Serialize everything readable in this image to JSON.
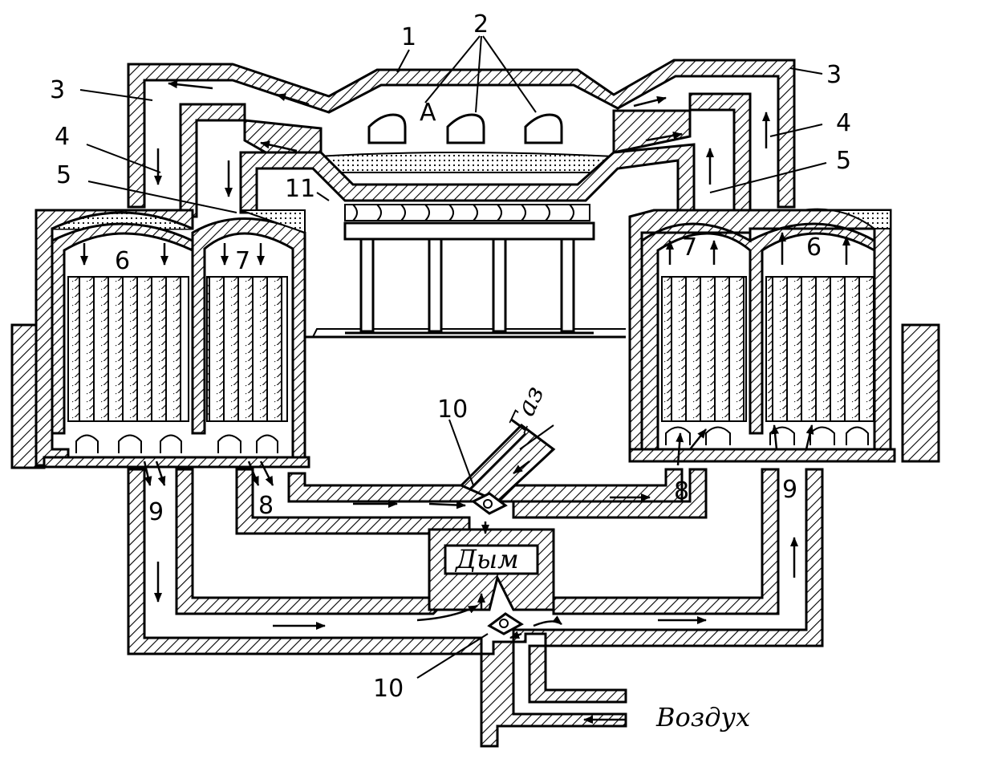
{
  "labels": {
    "n1": "1",
    "n2": "2",
    "n3_left": "3",
    "n3_right": "3",
    "n4_left": "4",
    "n4_right": "4",
    "n5_left": "5",
    "n5_right": "5",
    "n6_left": "6",
    "n6_right": "6",
    "n7_left": "7",
    "n7_right": "7",
    "n8_left": "8",
    "n8_right": "8",
    "n9_left": "9",
    "n9_right": "9",
    "n10_top": "10",
    "n10_bottom": "10",
    "n11": "11",
    "chamber": "A"
  },
  "text": {
    "gas": "Газ",
    "smoke": "Дым",
    "air": "Воздух"
  },
  "colors": {
    "ink": "#000000",
    "paper": "#ffffff"
  }
}
